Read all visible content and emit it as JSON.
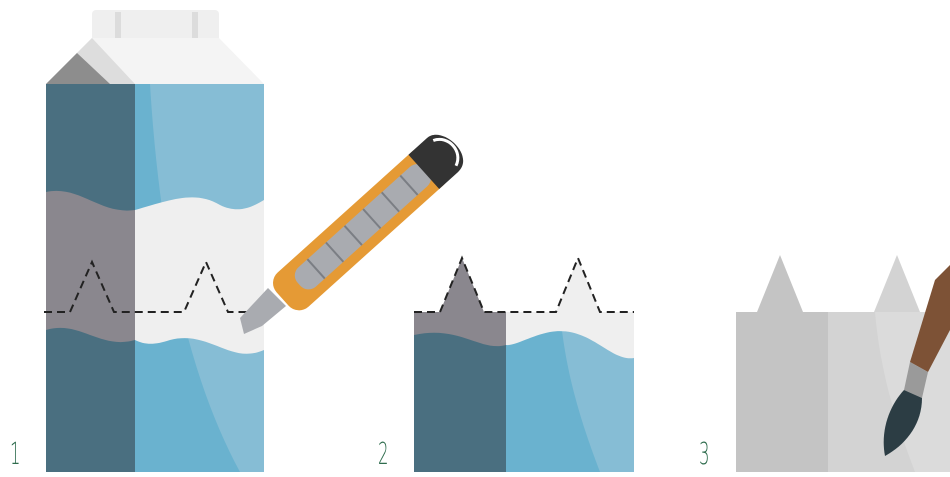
{
  "steps": [
    {
      "number": "1"
    },
    {
      "number": "2"
    },
    {
      "number": "3"
    }
  ],
  "icons": [
    "milk-carton-icon",
    "utility-knife-icon",
    "cut-carton-icon",
    "painted-carton-icon",
    "paintbrush-icon"
  ],
  "colors": {
    "carton_dark_blue": "#4a6f80",
    "carton_light_blue": "#6ab2cf",
    "carton_highlight": "#86bdd5",
    "wave_gray": "#8a878e",
    "wave_white": "#efefef",
    "carton_top": "#f4f4f4",
    "knife_orange": "#e59a35",
    "knife_dark": "#333333",
    "blade_gray": "#a9abb0",
    "painted_gray": "#cbcbcb",
    "brush_handle": "#7d5236",
    "brush_tip": "#2c3d44",
    "step_number_green": "#2e6c4d"
  }
}
